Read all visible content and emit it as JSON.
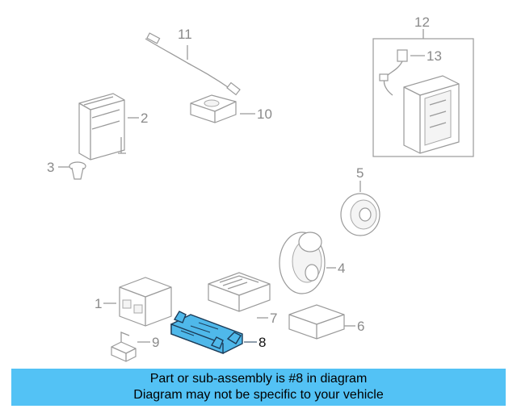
{
  "callouts": {
    "c1": "1",
    "c2": "2",
    "c3": "3",
    "c4": "4",
    "c5": "5",
    "c6": "6",
    "c7": "7",
    "c8": "8",
    "c9": "9",
    "c10": "10",
    "c11": "11",
    "c12": "12",
    "c13": "13"
  },
  "highlight": {
    "part": "8",
    "color": "#4fb8ea"
  },
  "banner": {
    "line1": "Part or sub-assembly is #8 in diagram",
    "line2": "Diagram may not be specific to your vehicle",
    "color": "#53c2f5"
  }
}
